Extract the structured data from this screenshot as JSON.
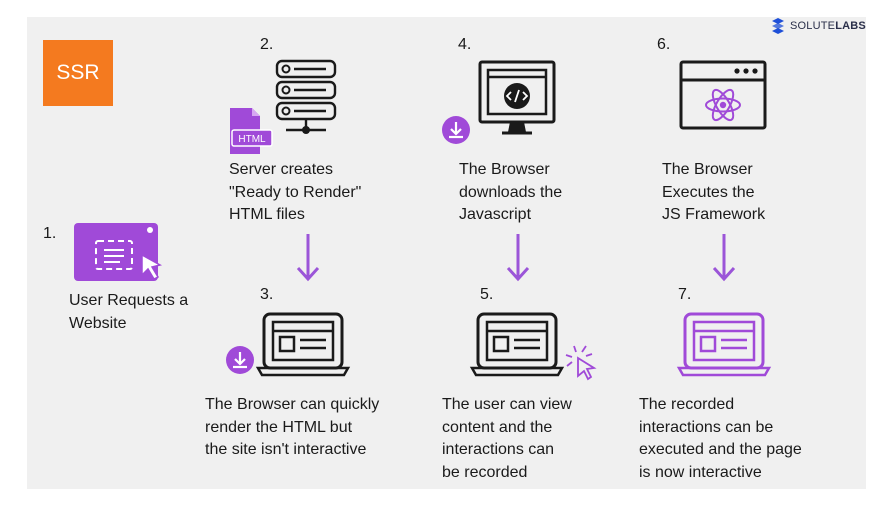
{
  "badge": "SSR",
  "brand": {
    "name_light": "SOLUTE",
    "name_bold": "LABS",
    "logo_icon": "solutelabs-s-logo-icon",
    "logo_color": "#1e4fd8"
  },
  "colors": {
    "accent": "#f47a1f",
    "purple": "#a04ad8",
    "arrow": "#9b55d8",
    "dark": "#1a1a1a",
    "background": "#f0f0f0"
  },
  "steps": [
    {
      "number": "1.",
      "lines": [
        "User Requests a",
        "Website"
      ],
      "icon": "browser-click-icon"
    },
    {
      "number": "2.",
      "lines": [
        "Server creates",
        "\"Ready to Render\"",
        "HTML files"
      ],
      "icon": "server-html-icon",
      "file_label": "HTML"
    },
    {
      "number": "3.",
      "lines": [
        "The Browser can quickly",
        "render the HTML but",
        "the site isn't interactive"
      ],
      "icon": "laptop-download-icon"
    },
    {
      "number": "4.",
      "lines": [
        "The Browser",
        "downloads the",
        "Javascript"
      ],
      "icon": "monitor-code-download-icon"
    },
    {
      "number": "5.",
      "lines": [
        "The user can view",
        "content and the",
        "interactions can",
        "be recorded"
      ],
      "icon": "laptop-cursor-icon"
    },
    {
      "number": "6.",
      "lines": [
        "The Browser",
        "Executes the",
        "JS Framework"
      ],
      "icon": "browser-react-icon"
    },
    {
      "number": "7.",
      "lines": [
        "The recorded",
        "interactions can be",
        "executed and the page",
        "is now interactive"
      ],
      "icon": "laptop-interactive-icon"
    }
  ]
}
